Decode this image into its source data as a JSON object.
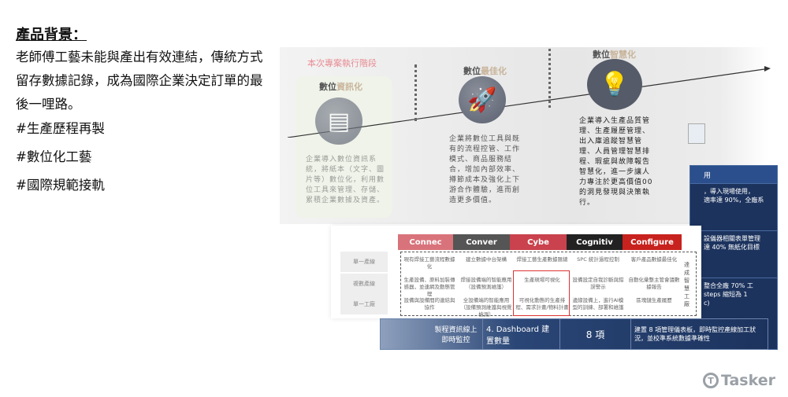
{
  "intro": {
    "heading": "產品背景：",
    "body": "老師傅工藝未能與產出有效連結，傳統方式留存數據記錄，成為國際企業決定訂單的最後一哩路。",
    "tags": [
      "#生產歷程再製",
      "#數位化工藝",
      "#國際規範接軌"
    ]
  },
  "roadmap": {
    "stage_label": "本次專案執行階段",
    "stages": [
      {
        "prefix": "數位",
        "suffix": "資訊化",
        "icon": "document-icon",
        "desc": "企業導入數位資訊系統，將紙本（文字、圖片等）數位化，利用數位工具來管理、存儲、累積企業數據及資產。"
      },
      {
        "prefix": "數位",
        "suffix": "最佳化",
        "icon": "rocket-icon",
        "desc": "企業將數位工具與既有的流程控管、工作模式、商品服務結合，增加內部效率、撙節成本及強化上下游合作體驗，進而創造更多價值。"
      },
      {
        "prefix": "數位",
        "suffix": "智慧化",
        "icon": "lightbulb-icon",
        "desc": "企業導入生產品質管理、生產履歷管理、出入庫追蹤智慧管理、人員管理智慧排程、瑕疵與故障報告智慧化，進一步讓人力專注於更高價值00的洞見發現與決策執行。"
      }
    ]
  },
  "navy_table": {
    "header": "用",
    "rows": [
      "，導入現場使用，\n適率達 90%，全廠系",
      "設儀器相關表單管理\n達 40% 無紙化目標",
      "整合全廠 70% 工\nsteps 縮短為 1\nc)"
    ]
  },
  "matrix": {
    "tabs": [
      {
        "label": "Connec",
        "color": "#d9737b"
      },
      {
        "label": "Conver",
        "color": "#555555"
      },
      {
        "label": "Cybe",
        "color": "#c9424d"
      },
      {
        "label": "Cognitiv",
        "color": "#222222"
      },
      {
        "label": "Configure",
        "color": "#c8221e"
      }
    ],
    "row_labels": [
      "單一產線",
      "複數產線",
      "單一工廠"
    ],
    "cells": [
      [
        "現有焊接工藝流程數據化",
        "建立數據中台架構",
        "焊接工藝生產數據匯總",
        "SPC 統計過程控制",
        "客戶產品數據最佳化"
      ],
      [
        "生產設備、原料加裝傳感器，並連網及動態管理",
        "焊接設備端的智能應用（設備預測維護）",
        "生產現場可視化",
        "設備設定自我診斷與錯誤警示",
        "自動化彙整主管會議數據報告"
      ],
      [
        "設備與設備間的連結與協作",
        "全設備端的智能應用（設備預測維護與視覺檢測）",
        "可視化動態的生產排程、需求計畫/物料計畫",
        "邊緣設備上，進行AI模型的訓練、部署和維護",
        "區塊鏈生產履歷"
      ]
    ],
    "side_label": "達成智慧工廠"
  },
  "bottom_row": [
    "",
    "製程資訊線上即時監控",
    "4. Dashboard 建置數量",
    "8 項",
    "建置 8 項管理儀表板，即時監控產線加工狀況，並校準系統數據準確性"
  ],
  "logo": "Tasker"
}
